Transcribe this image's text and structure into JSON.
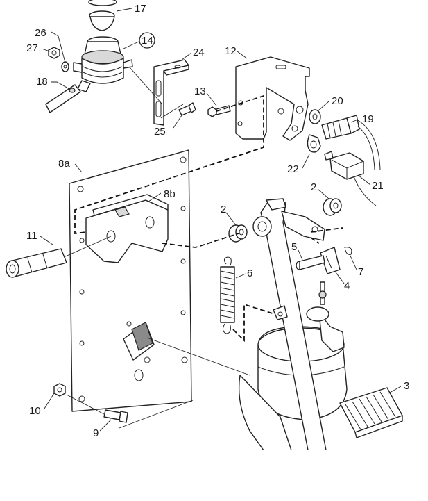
{
  "callouts": {
    "c17": "17",
    "c14": "14",
    "c26": "26",
    "c27": "27",
    "c18": "18",
    "c24": "24",
    "c12": "12",
    "c13": "13",
    "c20": "20",
    "c19": "19",
    "c25": "25",
    "c8a": "8a",
    "c22": "22",
    "c21": "21",
    "c8b": "8b",
    "c2a": "2",
    "c2b": "2",
    "c11": "11",
    "c5": "5",
    "c7": "7",
    "c6": "6",
    "c4": "4",
    "c3": "3",
    "c10": "10",
    "c9": "9"
  },
  "circled_callouts": [
    "c14"
  ]
}
